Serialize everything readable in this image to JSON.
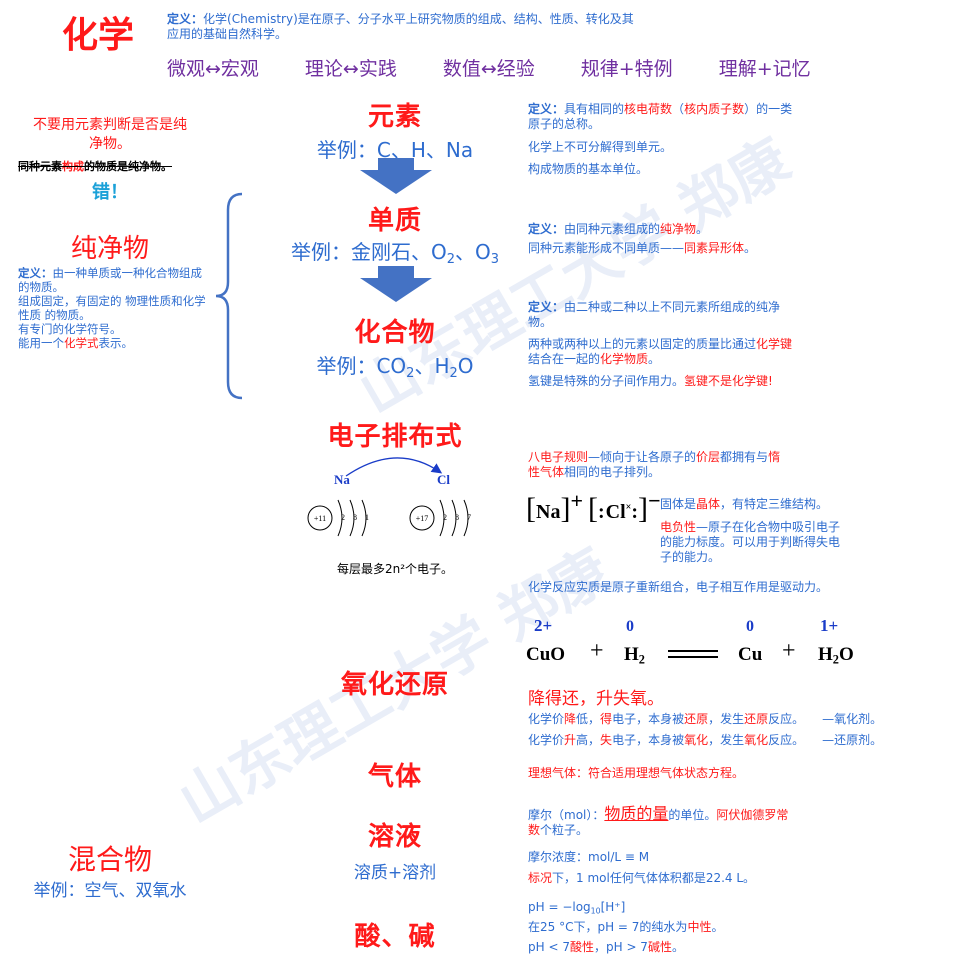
{
  "header": {
    "title": "化学",
    "def_label": "定义：",
    "def_text": "化学(Chemistry)是在原子、分子水平上研究物质的组成、结构、性质、转化及其应用的基础自然科学。",
    "themes": [
      "微观↔宏观",
      "理论↔实践",
      "数值↔经验",
      "规律+特例",
      "理解+记忆"
    ]
  },
  "watermark": "山东理工大学 郑康",
  "left": {
    "tip_line1": "不要用元素判断是否是纯",
    "tip_line2": "净物。",
    "wrong_a": "同种元素",
    "wrong_b": "构成",
    "wrong_c": "的物质是纯净物。",
    "wrong_mark": "错！",
    "pure_title": "纯净物",
    "pure_def_label": "定义：",
    "pure_def": "由一种单质或一种化合物组成的物质。",
    "pure_l2": "组成固定，有固定的 物理性质和化学性质 的物质。",
    "pure_l3": "有专门的化学符号。",
    "pure_l4a": "能用一个",
    "pure_l4b": "化学式",
    "pure_l4c": "表示。",
    "mix_title": "混合物",
    "mix_ex": "举例：空气、双氧水"
  },
  "center": {
    "element": "元素",
    "element_ex": "举例：C、H、Na",
    "simple": "单质",
    "simple_ex": "举例：金刚石、O",
    "simple_ex_sub1": "2",
    "simple_ex_sep": "、O",
    "simple_ex_sub2": "3",
    "compound": "化合物",
    "compound_ex": "举例：CO",
    "compound_ex_sub1": "2",
    "compound_ex_mid": "、H",
    "compound_ex_sub2": "2",
    "compound_ex_end": "O",
    "econfig": "电子排布式",
    "na": "Na",
    "cl": "Cl",
    "na_nucleus": "+11",
    "na_shells": [
      "2",
      "8",
      "1"
    ],
    "cl_nucleus": "+17",
    "cl_shells": [
      "2",
      "8",
      "7"
    ],
    "max_e": "每层最多2n²个电子。",
    "redox": "氧化还原",
    "gas": "气体",
    "solution": "溶液",
    "solution_sub": "溶质+溶剂",
    "acidbase": "酸、碱"
  },
  "right": {
    "element_def_label": "定义：",
    "element_def_a": "具有相同的",
    "element_def_b": "核电荷数",
    "element_def_c": "（",
    "element_def_d": "核内质子数",
    "element_def_e": "）的一类原子的总称。",
    "element_l2": "化学上不可分解得到单元。",
    "element_l3": "构成物质的基本单位。",
    "simple_def_label": "定义：",
    "simple_def_a": "由同种元素组成的",
    "simple_def_b": "纯净物",
    "simple_def_c": "。",
    "simple_l2a": "同种元素能形成不同单质——",
    "simple_l2b": "同素异形体",
    "simple_l2c": "。",
    "compound_def_label": "定义：",
    "compound_def": "由二种或二种以上不同元素所组成的纯净物。",
    "compound_l2a": "两种或两种以上的元素以固定的质量比通过",
    "compound_l2b": "化学键",
    "compound_l2c": "结合在一起的",
    "compound_l2d": "化学物质",
    "compound_l2e": "。",
    "compound_l3a": "氢键是特殊的分子间作用力。",
    "compound_l3b": "氢键不是化学键!",
    "octet_a": "八电子规则",
    "octet_b": "—倾向于让各原子的",
    "octet_c": "价层",
    "octet_d": "都拥有与",
    "octet_e": "惰性气体",
    "octet_f": "相同的电子排列。",
    "ionic_na": "Na",
    "ionic_plus": "+",
    "ionic_cl": "Cl",
    "ionic_minus": "−",
    "crystal_a": "固体是",
    "crystal_b": "晶体",
    "crystal_c": "，有特定三维结构。",
    "eneg_a": "电负性",
    "eneg_b": "—原子在化合物中吸引电子的能力标度。可以用于判断得失电子的能力。",
    "reaction": "化学反应实质是原子重新组合，电子相互作用是驱动力。",
    "eq_ox": [
      "2+",
      "0",
      "0",
      "1+"
    ],
    "eq_cuo": "CuO",
    "eq_plus1": "+",
    "eq_h2": "H",
    "eq_h2_sub": "2",
    "eq_cu": "Cu",
    "eq_plus2": "+",
    "eq_h2o_a": "H",
    "eq_h2o_sub": "2",
    "eq_h2o_b": "O",
    "mnemonic": "降得还，升失氧。",
    "redox_l1": [
      "化学价",
      "降",
      "低，",
      "得",
      "电子，本身被",
      "还原",
      "，发生",
      "还原",
      "反应。",
      "—氧化剂。"
    ],
    "redox_l2": [
      "化学价",
      "升",
      "高，",
      "失",
      "电子，本身被",
      "氧化",
      "，发生",
      "氧化",
      "反应。",
      "—还原剂。"
    ],
    "gas_a": "理想气体：符合适用",
    "gas_b": "理想气体状态方程",
    "gas_c": "。",
    "mol_a": "摩尔（mol）：",
    "mol_b": "物质的量",
    "mol_c": "的单位。",
    "mol_d": "阿伏伽德罗常数",
    "mol_e": "个粒子。",
    "molar_conc": "摩尔浓度：mol/L ≡ M",
    "stp_a": "标况",
    "stp_b": "下，1 mol任何气体体积都是22.4 L。",
    "ph_def_a": "pH = −log",
    "ph_def_sub": "10",
    "ph_def_b": "[H⁺]",
    "ph_l2a": "在25 °C下，pH = 7的纯水为",
    "ph_l2b": "中性",
    "ph_l2c": "。",
    "ph_l3a": "pH < 7",
    "ph_l3b": "酸性",
    "ph_l3c": "，pH > 7",
    "ph_l3d": "碱性",
    "ph_l3e": "。"
  },
  "colors": {
    "accent_red": "#ff1a1a",
    "text_blue": "#2e6ccf",
    "theme_purple": "#7030a0",
    "arrow_blue": "#4472c4"
  }
}
